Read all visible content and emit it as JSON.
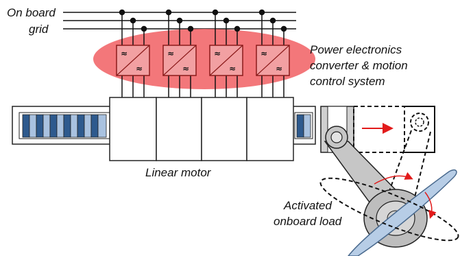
{
  "labels": {
    "grid_line1": "On board",
    "grid_line2": "grid",
    "power_line1": "Power electronics",
    "power_line2": "converter & motion",
    "power_line3": "control system",
    "motor": "Linear motor",
    "load_line1": "Activated",
    "load_line2": "onboard load"
  },
  "icons": {
    "converter": "ac-dc-converter-icon",
    "motion_arrow": "red-arrow-right",
    "rotation_arrow": "red-curved-arrow"
  },
  "colors": {
    "ellipse_highlight": "#f26b6f",
    "converter_fill": "#f2a0a2",
    "converter_stroke": "#8b1a1a",
    "magnet_dark": "#2e5a8e",
    "magnet_light": "#a9c2e0",
    "propeller": "#b7cde6",
    "arrow_red": "#e21b1b"
  }
}
